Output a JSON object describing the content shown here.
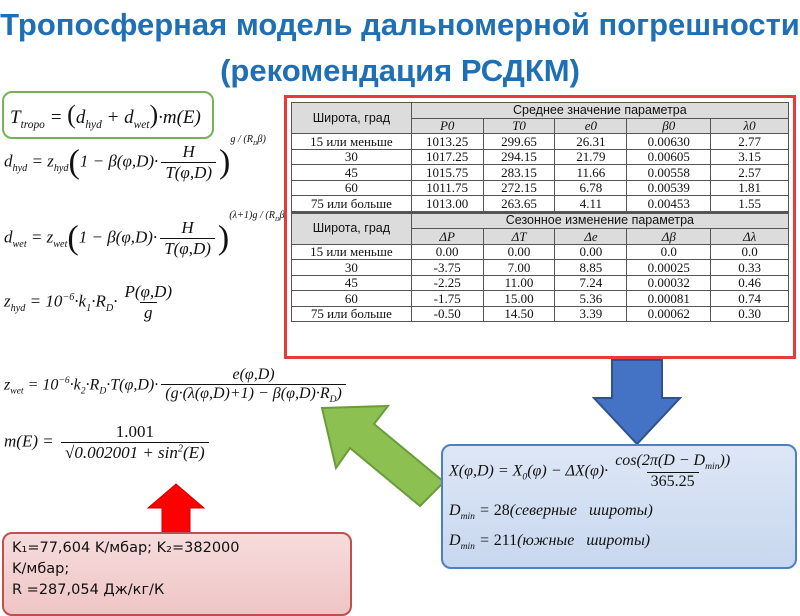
{
  "title": "Тропосферная модель дальномерной погрешности (рекомендация РСДКМ)",
  "table": {
    "mean_header": {
      "latitude": "Широта, град",
      "group": "Среднее значение параметра"
    },
    "mean_symbols": [
      "P0",
      "T0",
      "e0",
      "β0",
      "λ0"
    ],
    "mean_rows": [
      [
        "15 или меньше",
        "1013.25",
        "299.65",
        "26.31",
        "0.00630",
        "2.77"
      ],
      [
        "30",
        "1017.25",
        "294.15",
        "21.79",
        "0.00605",
        "3.15"
      ],
      [
        "45",
        "1015.75",
        "283.15",
        "11.66",
        "0.00558",
        "2.57"
      ],
      [
        "60",
        "1011.75",
        "272.15",
        "6.78",
        "0.00539",
        "1.81"
      ],
      [
        "75 или больше",
        "1013.00",
        "263.65",
        "4.11",
        "0.00453",
        "1.55"
      ]
    ],
    "season_header": {
      "latitude": "Широта, град",
      "group": "Сезонное изменение параметра"
    },
    "season_symbols": [
      "ΔP",
      "ΔT",
      "Δe",
      "Δβ",
      "Δλ"
    ],
    "season_rows": [
      [
        "15 или меньше",
        "0.00",
        "0.00",
        "0.00",
        "0.0",
        "0.0"
      ],
      [
        "30",
        "-3.75",
        "7.00",
        "8.85",
        "0.00025",
        "0.33"
      ],
      [
        "45",
        "-2.25",
        "11.00",
        "7.24",
        "0.00032",
        "0.46"
      ],
      [
        "60",
        "-1.75",
        "15.00",
        "5.36",
        "0.00081",
        "0.74"
      ],
      [
        "75 или больше",
        "-0.50",
        "14.50",
        "3.39",
        "0.00062",
        "0.30"
      ]
    ]
  },
  "constants": {
    "line1": "K₁=77,604 K/мбар; K₂=382000",
    "line2": "K/мбар;",
    "line3": "R =287,054 Дж/кг/К"
  },
  "seasonal": {
    "north_word": "северные",
    "south_word": "южные",
    "lat_word": "широты",
    "north_value": "28",
    "south_value": "211",
    "days": "365.25"
  },
  "colors": {
    "title": "#1f6fb5",
    "table_border": "#e8393b",
    "arrow_blue": "#4472c4",
    "arrow_green": "#8cc152",
    "arrow_red": "#ff0000"
  }
}
